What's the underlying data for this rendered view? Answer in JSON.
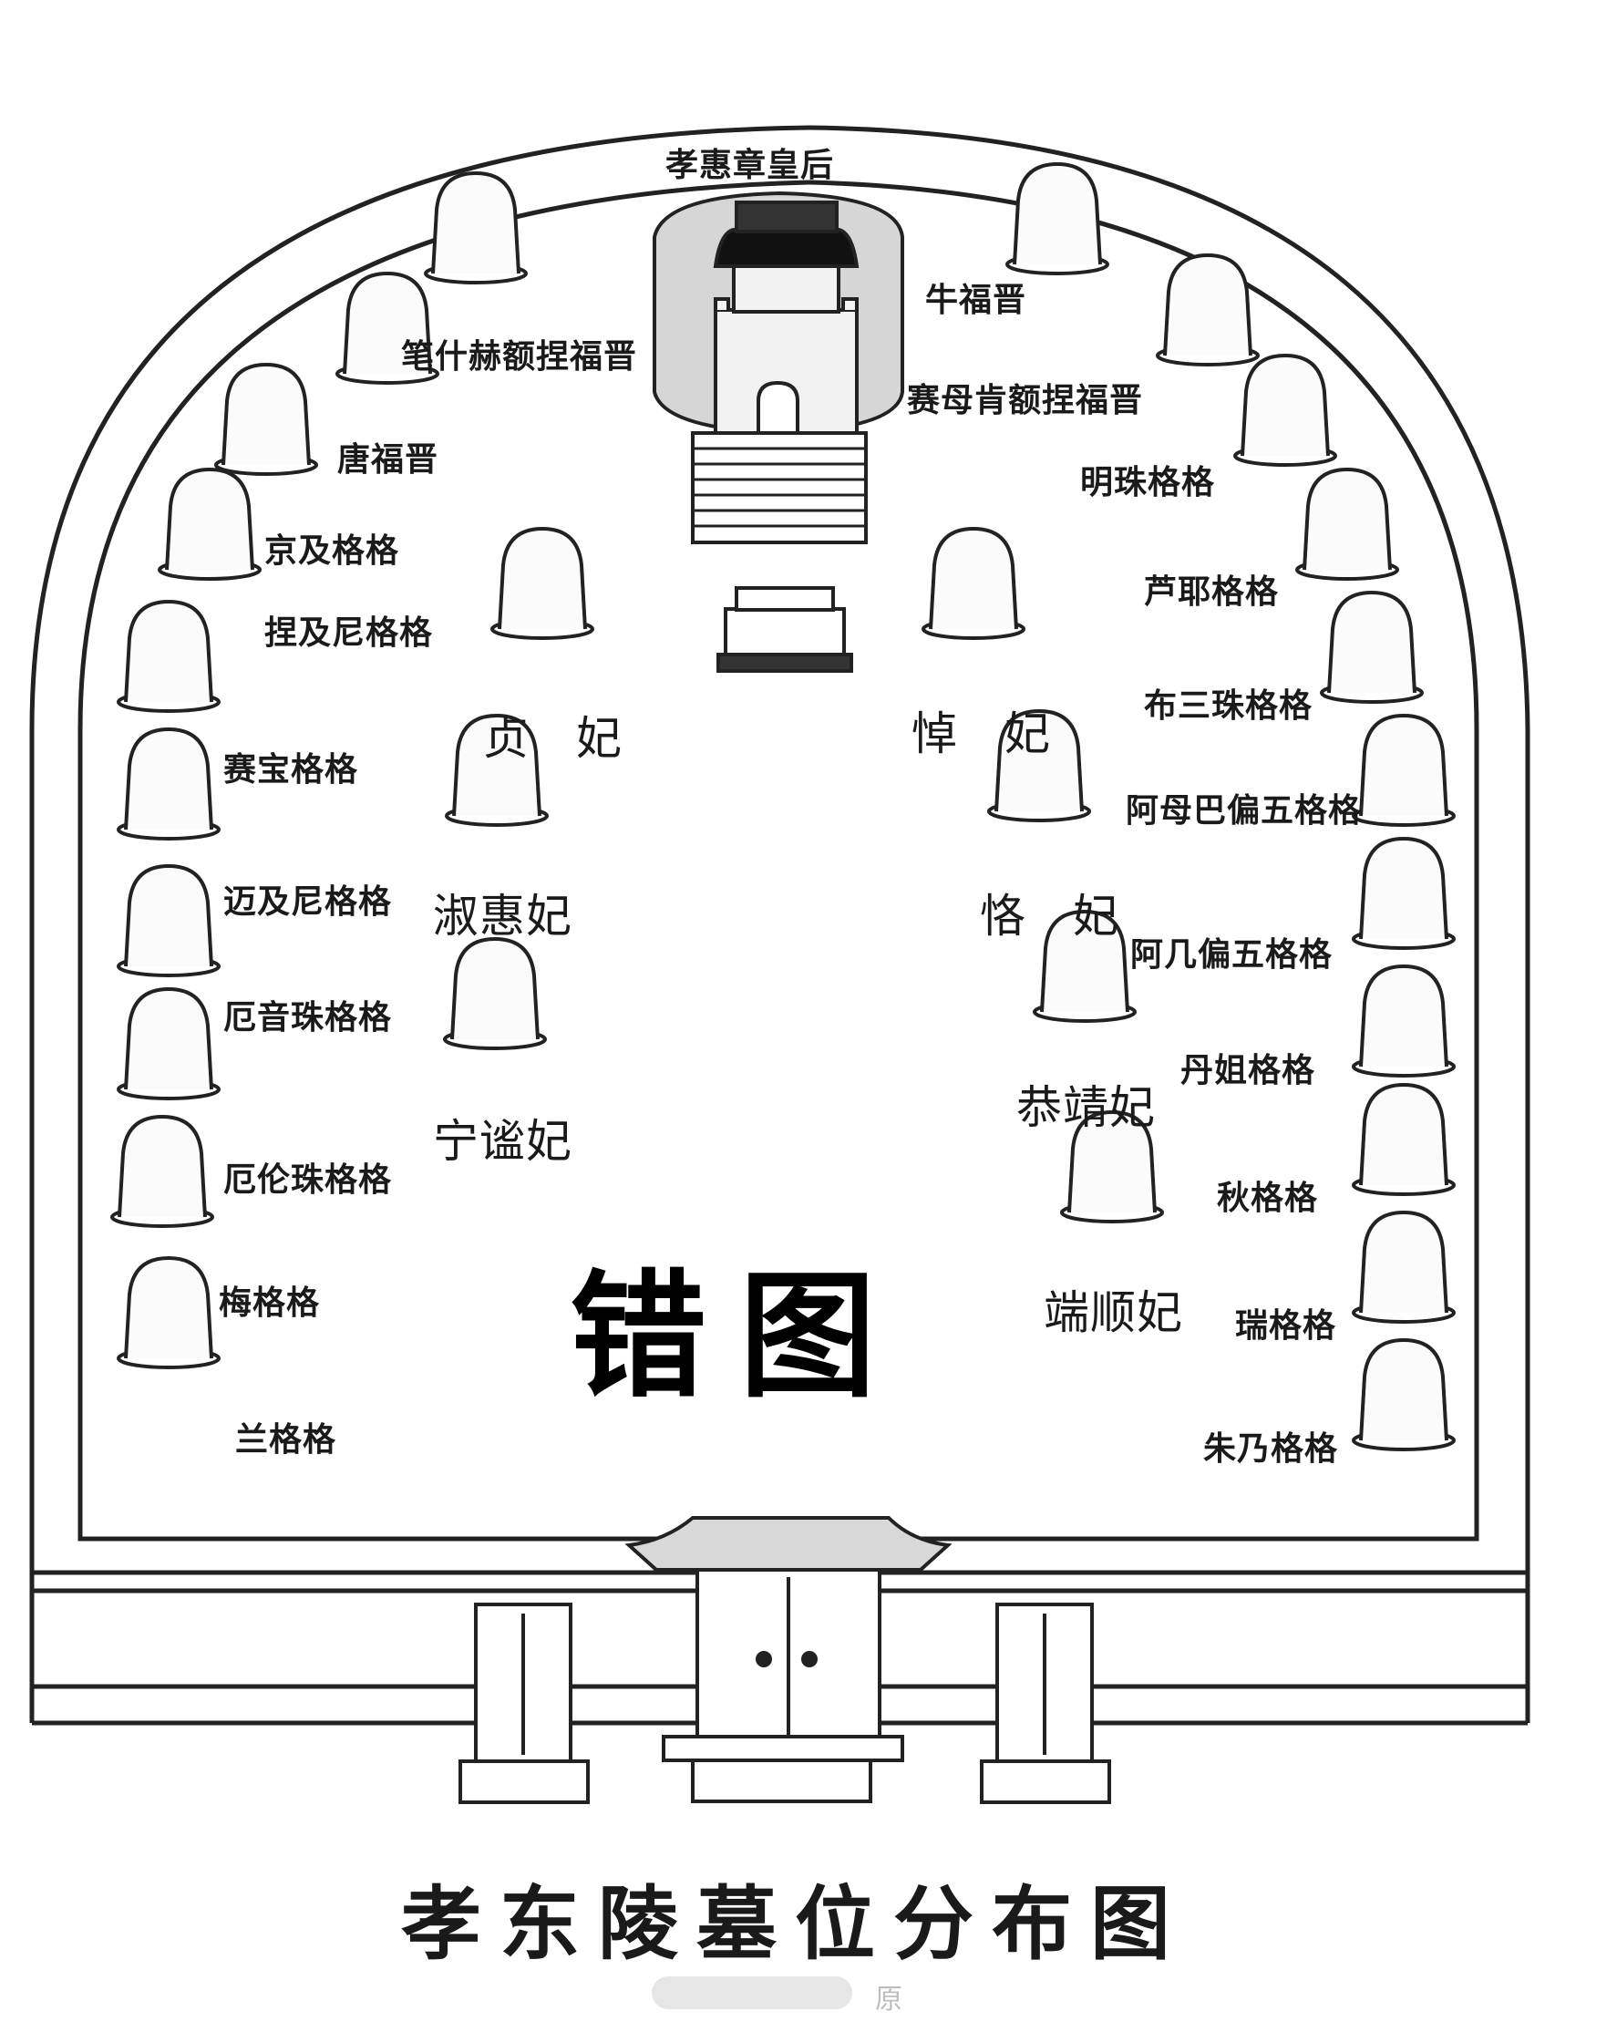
{
  "title": "孝东陵墓位分布图",
  "watermark": "错图",
  "corner_mark": "原",
  "empress": "孝惠章皇后",
  "left_outer": [
    "笔什赫额捏福晋",
    "唐福晋",
    "京及格格",
    "捏及尼格格",
    "赛宝格格",
    "迈及尼格格",
    "厄音珠格格",
    "厄伦珠格格",
    "梅格格",
    "兰格格"
  ],
  "left_inner": [
    "贞　妃",
    "淑惠妃",
    "宁谧妃"
  ],
  "right_inner": [
    "悼　妃",
    "恪　妃",
    "恭靖妃",
    "端顺妃"
  ],
  "right_outer": [
    "牛福晋",
    "赛母肯额捏福晋",
    "明珠格格",
    "芦耶格格",
    "布三珠格格",
    "阿母巴偏五格格",
    "阿几偏五格格",
    "丹姐格格",
    "秋格格",
    "瑞格格",
    "朱乃格格"
  ]
}
